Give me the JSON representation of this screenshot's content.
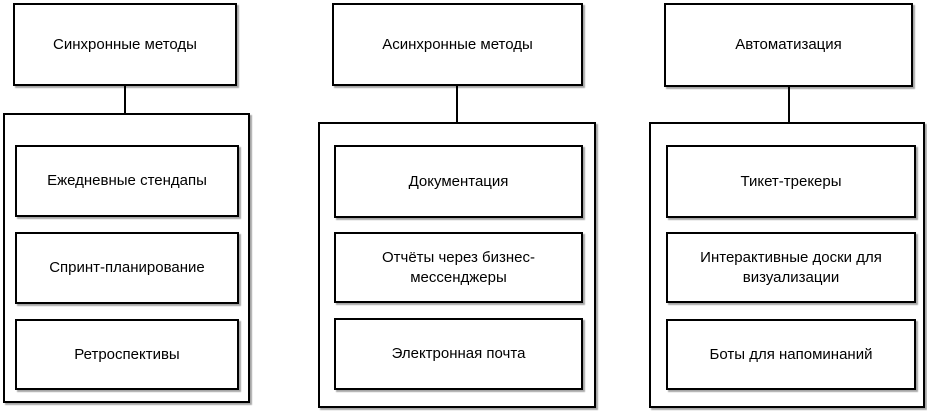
{
  "diagram": {
    "columns": [
      {
        "header": "Синхронные методы",
        "items": [
          "Ежедневные стендапы",
          "Спринт-планирование",
          "Ретроспективы"
        ]
      },
      {
        "header": "Асинхронные методы",
        "items": [
          "Документация",
          "Отчёты через бизнес-мессенджеры",
          "Электронная почта"
        ]
      },
      {
        "header": "Автоматизация",
        "items": [
          "Тикет-трекеры",
          "Интерактивные доски для визуализации",
          "Боты для напоминаний"
        ]
      }
    ],
    "colors": {
      "border": "#000000",
      "background": "#ffffff",
      "text": "#000000",
      "shadow": "#9e9e9e",
      "arrow": "#000000"
    }
  }
}
